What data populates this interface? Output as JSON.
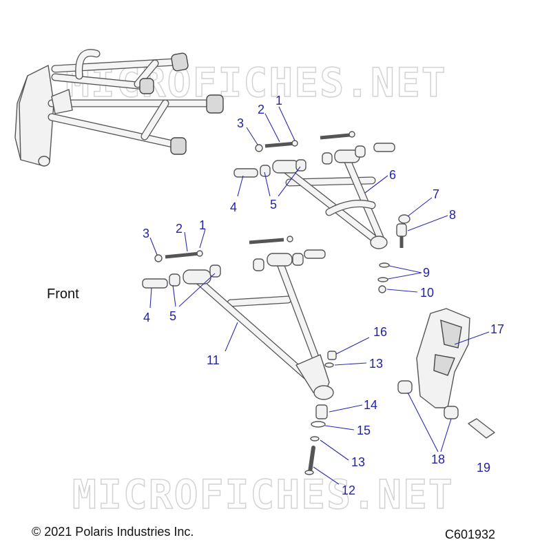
{
  "watermark": "MICROFICHES.NET",
  "front_label": "Front",
  "copyright": "© 2021 Polaris Industries Inc.",
  "diagram_code": "C601932",
  "callouts": [
    "1",
    "2",
    "3",
    "4",
    "5",
    "6",
    "7",
    "8",
    "9",
    "10",
    "11",
    "12",
    "13",
    "14",
    "15",
    "16",
    "17",
    "18",
    "19"
  ],
  "colors": {
    "callout": "#2222aa",
    "line_art": "#555555",
    "watermark": "#d3d3d3"
  }
}
